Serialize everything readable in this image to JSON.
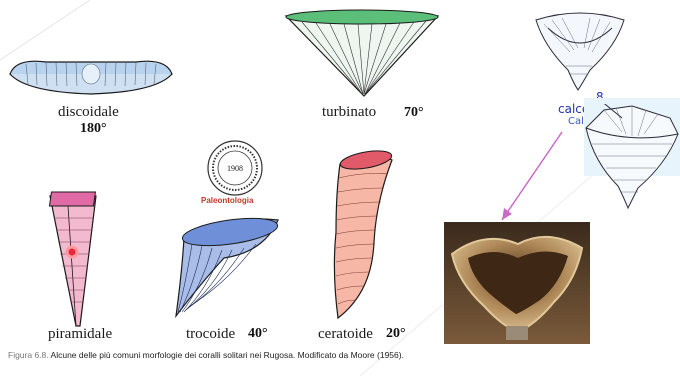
{
  "figure": {
    "shapes": [
      {
        "id": "discoidale",
        "label": "discoidale",
        "angle": "180°"
      },
      {
        "id": "turbinato",
        "label": "turbinato",
        "angle": "70°"
      },
      {
        "id": "piramidale",
        "label": "piramidale",
        "angle": ""
      },
      {
        "id": "trocoide",
        "label": "trocoide",
        "angle": "40°"
      },
      {
        "id": "ceratoide",
        "label": "ceratoide",
        "angle": "20°"
      }
    ],
    "seal": {
      "text": "Paleontologia",
      "year": "1908",
      "ring_text": "EDIZIONI IDELSON GNOCCHI"
    },
    "calceoloid": {
      "number": "8",
      "label": "calceoloid",
      "genus": "Calceola"
    },
    "caption": {
      "figure_number": "Figura 6.8.",
      "text": "Alcune delle più comuni morfologie dei coralli solitari nei Rugosa. Modificato da Moore (1956)."
    },
    "colors": {
      "discoidale": "#b9d3ee",
      "turbinato": "#5bbf7a",
      "piramidale": "#f3b9cf",
      "trocoide": "#6f8fd8",
      "ceratoide": "#f6b7a6",
      "arrow": "#c96bc6",
      "hand_ink": "#2233aa"
    }
  }
}
